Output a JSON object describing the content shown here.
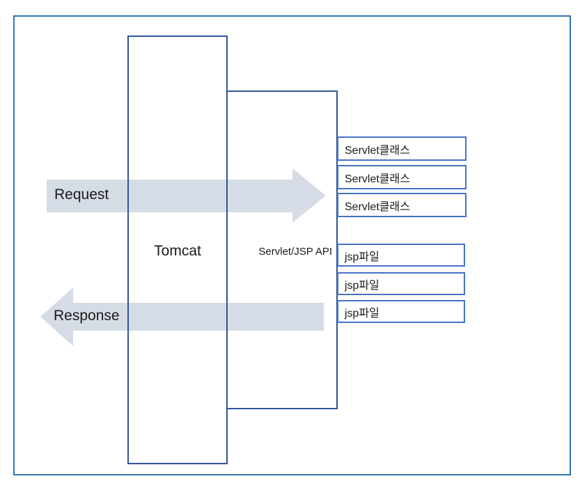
{
  "diagram": {
    "tomcat_label": "Tomcat",
    "api_label": "Servlet/JSP API",
    "request_label": "Request",
    "response_label": "Response",
    "servlet_boxes": [
      {
        "label": "Servlet클래스"
      },
      {
        "label": "Servlet클래스"
      },
      {
        "label": "Servlet클래스"
      }
    ],
    "jsp_boxes": [
      {
        "label": "jsp파일"
      },
      {
        "label": "jsp파일"
      },
      {
        "label": "jsp파일"
      }
    ]
  },
  "colors": {
    "outer_border": "#2E75B6",
    "container_border": "#2F5597",
    "item_border": "#4472C4",
    "arrow_fill": "#D6DCE5",
    "text": "#1A1A1A"
  }
}
